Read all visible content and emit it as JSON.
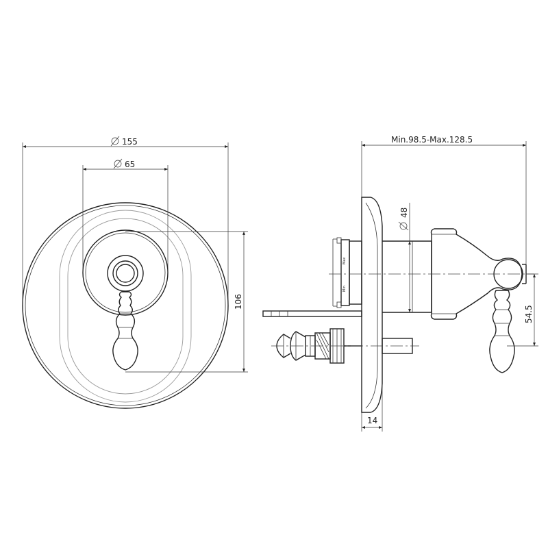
{
  "front_view": {
    "dim_outer": "155",
    "dim_inner": "65",
    "dim_height": "106"
  },
  "side_view": {
    "dim_depth": "Min.98.5-Max.128.5",
    "dim_body": "48",
    "dim_offset": "54.5",
    "dim_plate": "14",
    "label_upper": "Max",
    "label_lower": "Min"
  },
  "colors": {
    "line": "#222222",
    "background": "#ffffff"
  }
}
